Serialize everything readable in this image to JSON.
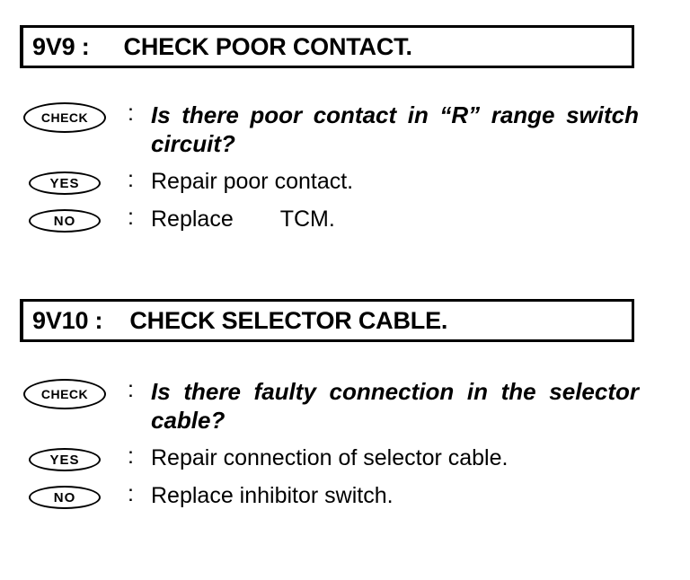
{
  "steps": [
    {
      "code": "9V9 :",
      "title": "CHECK POOR CONTACT.",
      "check_label": "CHECK",
      "question": "Is there poor contact in “R” range switch circuit?",
      "yes_label": "YES",
      "yes_action": "Repair poor contact.",
      "no_label": "NO",
      "no_action_part1": "Replace",
      "no_action_part2": "TCM."
    },
    {
      "code": "9V10 :",
      "title": "CHECK SELECTOR CABLE.",
      "check_label": "CHECK",
      "question": "Is there faulty connection in the selector cable?",
      "yes_label": "YES",
      "yes_action": "Repair connection of selector cable.",
      "no_label": "NO",
      "no_action": "Replace inhibitor switch."
    }
  ],
  "separator": ":"
}
